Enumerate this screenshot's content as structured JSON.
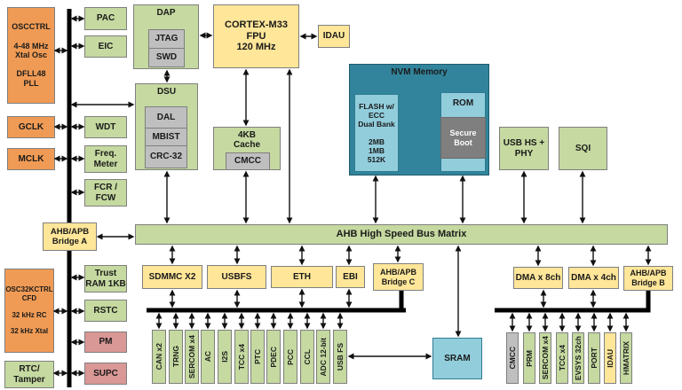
{
  "palette": {
    "orange": "#F09B55",
    "green": "#C5D9A0",
    "yellow": "#FFE699",
    "gray": "#BFBFBF",
    "pink": "#D99795",
    "teal_dark": "#31849B",
    "blue_light": "#92CDDC",
    "secure_gray": "#7F7F7F",
    "line": "#000000"
  },
  "left_rail": {
    "oscctrl": "OSCCTRL\n\n4-48 MHz\nXtal Osc\n\nDFLL48\nPLL",
    "gclk": "GCLK",
    "mclk": "MCLK",
    "osc32kctrl": "OSC32KCTRL\nCFD\n\n32 kHz RC\n\n32 kHz Xtal",
    "rtc": "RTC/\nTamper"
  },
  "system_column": {
    "pac": "PAC",
    "eic": "EIC",
    "wdt": "WDT",
    "freq_meter": "Freq.\nMeter",
    "fcr_fcw": "FCR /\nFCW",
    "trust_ram": "Trust\nRAM 1KB",
    "rstc": "RSTC",
    "pm": "PM",
    "supc": "SUPC"
  },
  "debug": {
    "dap": "DAP",
    "jtag": "JTAG",
    "swd": "SWD",
    "dsu": "DSU",
    "dal": "DAL",
    "mbist": "MBIST",
    "crc32": "CRC-32"
  },
  "cpu": {
    "core": "CORTEX-M33\nFPU\n120 MHz",
    "idau": "IDAU",
    "cache": "4KB\nCache",
    "cmcc": "CMCC"
  },
  "memory": {
    "nvm_title": "NVM Memory",
    "flash": "FLASH w/\nECC\nDual Bank\n\n2MB\n1MB\n512K",
    "rom": "ROM",
    "secure_boot": "Secure\nBoot",
    "sram": "SRAM"
  },
  "bus": {
    "matrix": "AHB High Speed Bus Matrix",
    "bridge_a": "AHB/APB\nBridge A",
    "bridge_b": "AHB/APB\nBridge B",
    "bridge_c": "AHB/APB\nBridge C"
  },
  "highspeed_row": {
    "usb_hs": "USB HS +\nPHY",
    "sqi": "SQI",
    "sdmmc": "SDMMC X2",
    "usbfs": "USBFS",
    "eth": "ETH",
    "ebi": "EBI",
    "dma8": "DMA x 8ch",
    "dma4": "DMA x 4ch"
  },
  "peripherals_left": [
    "CAN x2",
    "TRNG",
    "SERCOM x4",
    "AC",
    "I2S",
    "TCC x4",
    "PTC",
    "PDEC",
    "PCC",
    "CCL",
    "ADC 12-bit",
    "USB FS"
  ],
  "peripherals_right": [
    "CMCC",
    "PRM",
    "SERCOM x4",
    "TCC x4",
    "EVSYS 32ch",
    "PORT",
    "IDAU",
    "HMATRIX"
  ]
}
